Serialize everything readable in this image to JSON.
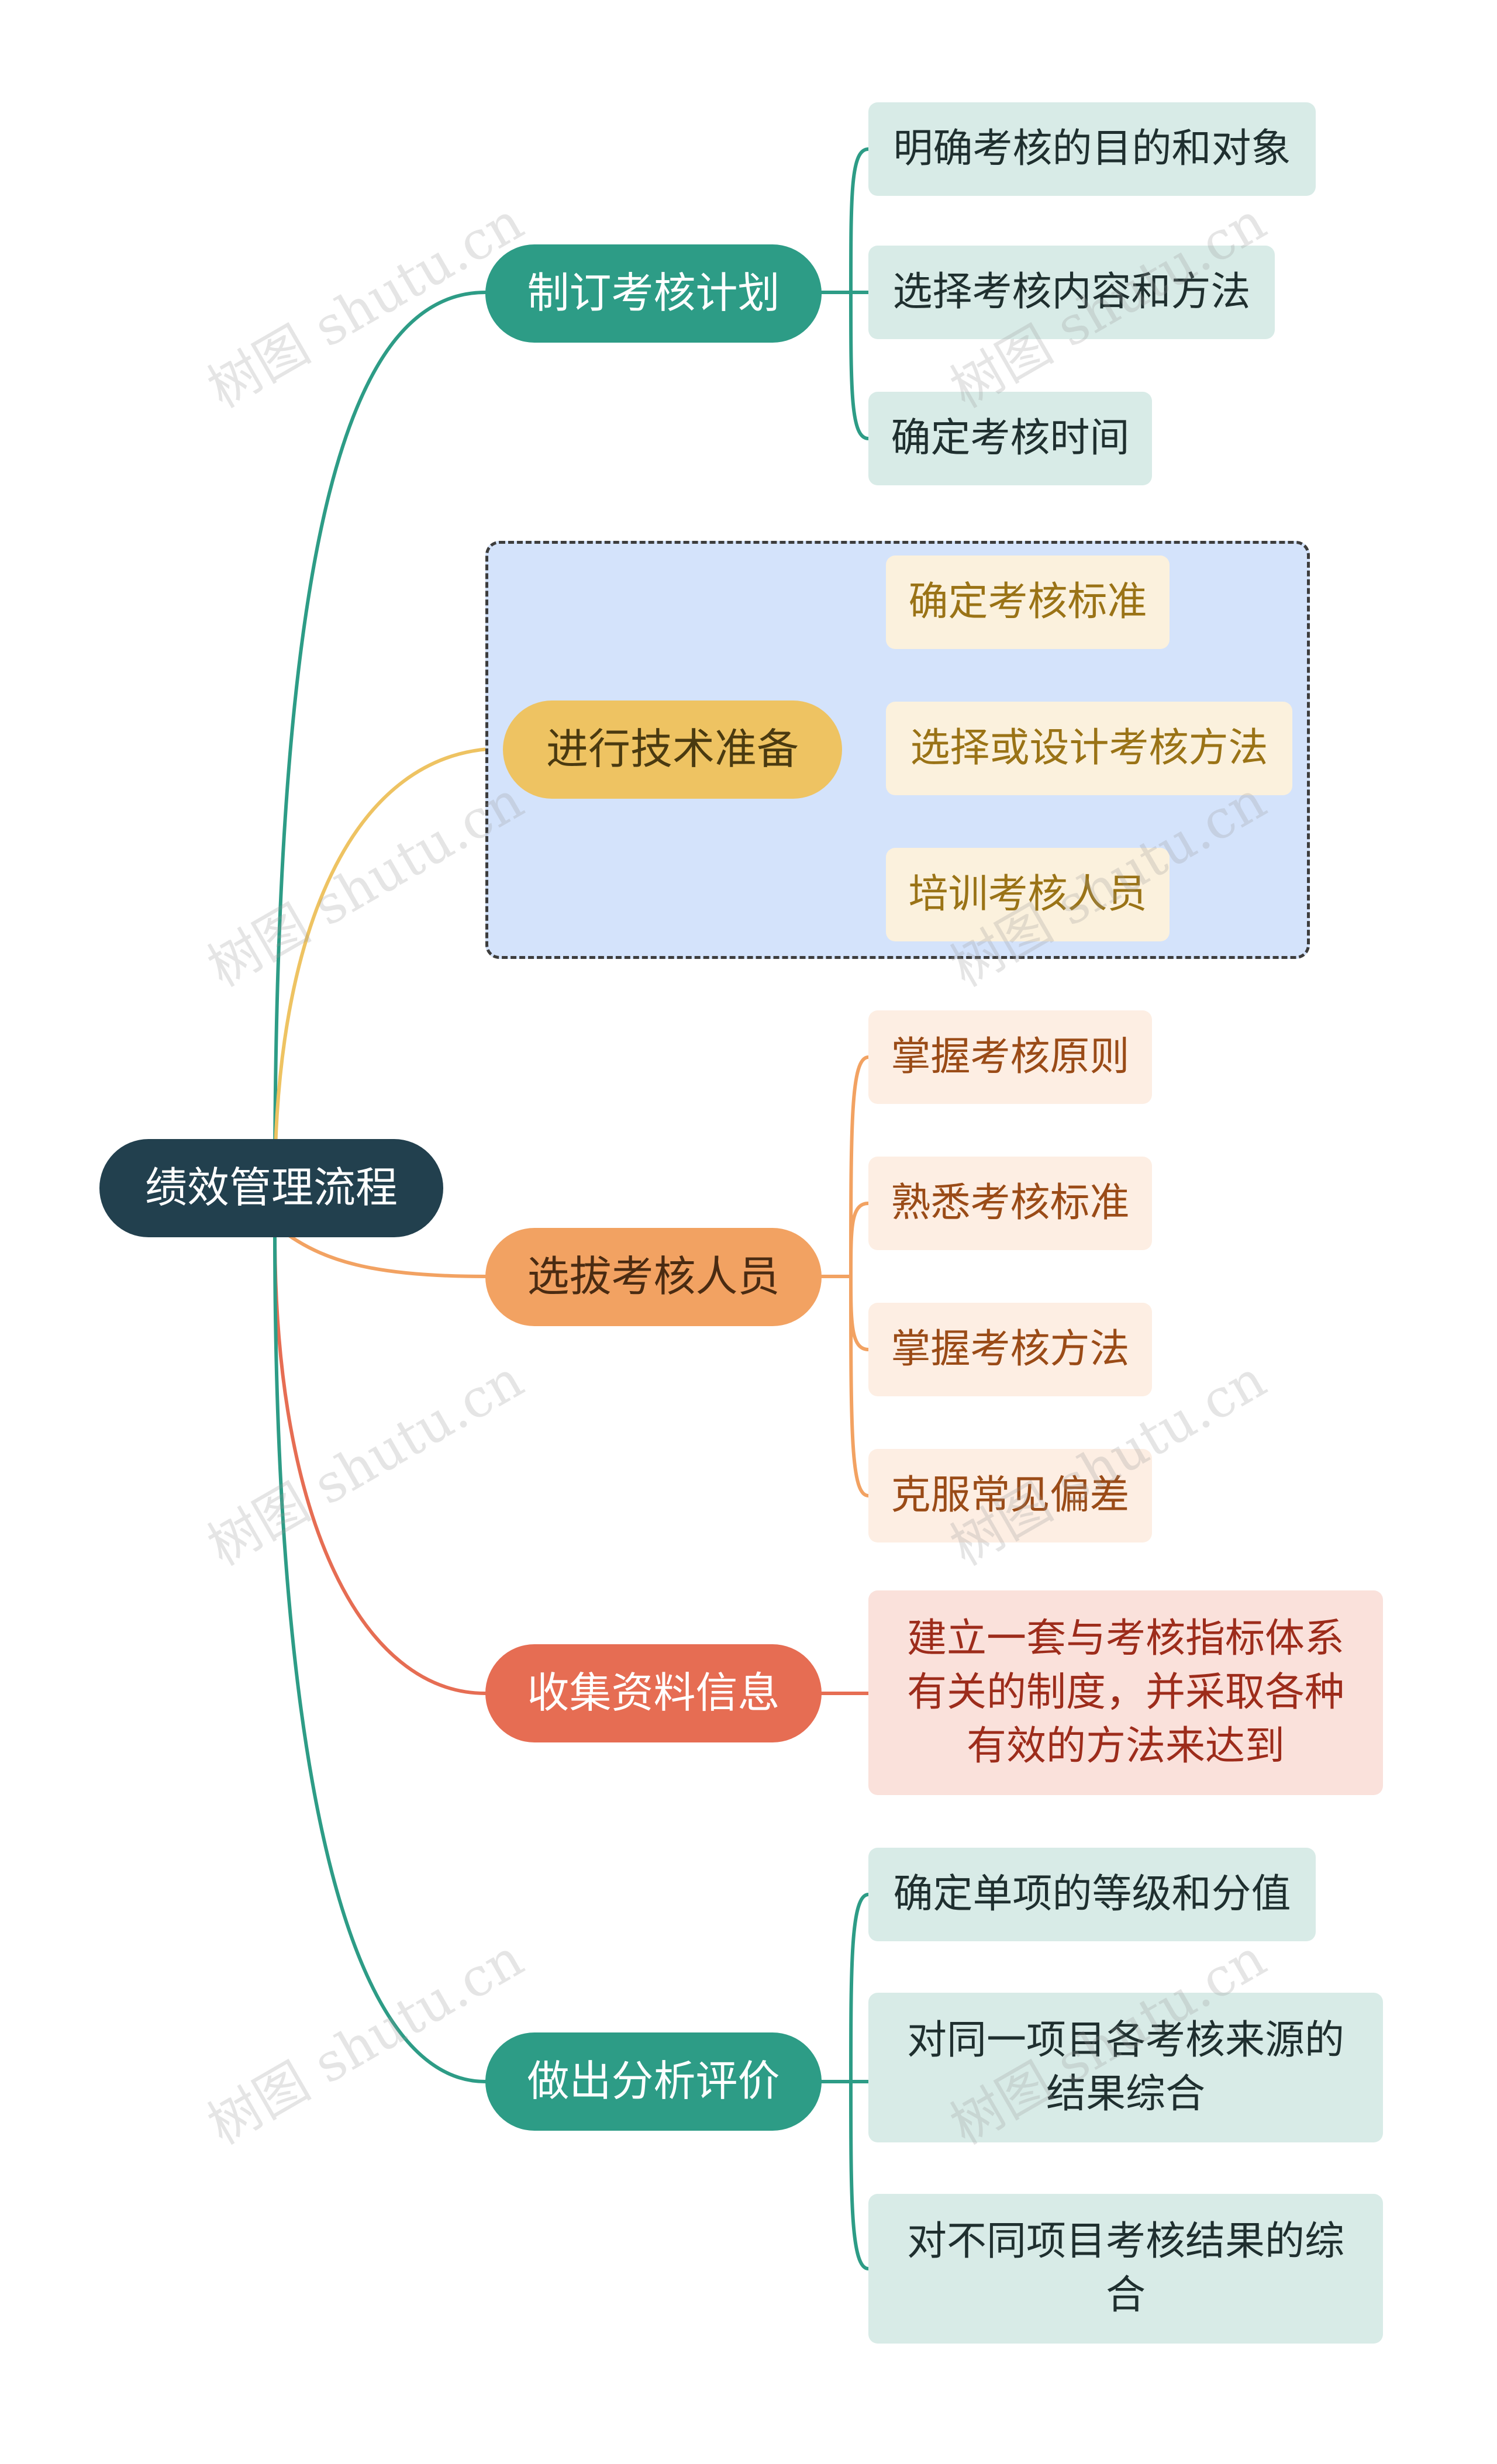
{
  "root": {
    "label": "绩效管理流程"
  },
  "branches": [
    {
      "label": "制订考核计划",
      "children": [
        "明确考核的目的和对象",
        "选择考核内容和方法",
        "确定考核时间"
      ]
    },
    {
      "label": "进行技术准备",
      "children": [
        "确定考核标准",
        "选择或设计考核方法",
        "培训考核人员"
      ]
    },
    {
      "label": "选拔考核人员",
      "children": [
        "掌握考核原则",
        "熟悉考核标准",
        "掌握考核方法",
        "克服常见偏差"
      ]
    },
    {
      "label": "收集资料信息",
      "children": [
        "建立一套与考核指标体系\n有关的制度，并采取各种\n有效的方法来达到"
      ]
    },
    {
      "label": "做出分析评价",
      "children": [
        "确定单项的等级和分值",
        "对同一项目各考核来源的\n结果综合",
        "对不同项目考核结果的综\n合"
      ]
    }
  ],
  "colors": {
    "green": "#2d9c86",
    "yellow": "#eec362",
    "orange": "#f2a262",
    "red": "#e66d53",
    "root": "#22404e"
  },
  "watermark": "树图 shutu.cn"
}
